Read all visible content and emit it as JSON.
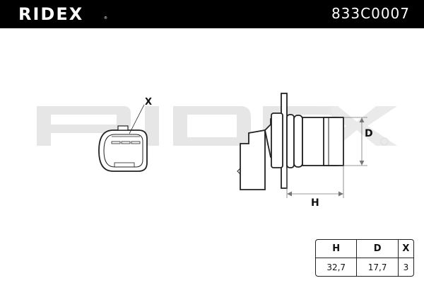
{
  "header": {
    "brand": "RIDEX",
    "brand_mark": "®",
    "part_number": "833C0007",
    "background": "#000000"
  },
  "drawing": {
    "watermark": "RIDEX",
    "labels": {
      "connector_pins": "X",
      "diameter": "D",
      "height": "H"
    }
  },
  "dimensions_table": {
    "headers": [
      "H",
      "D",
      "X"
    ],
    "values": [
      "32,7",
      "17,7",
      "3"
    ]
  }
}
